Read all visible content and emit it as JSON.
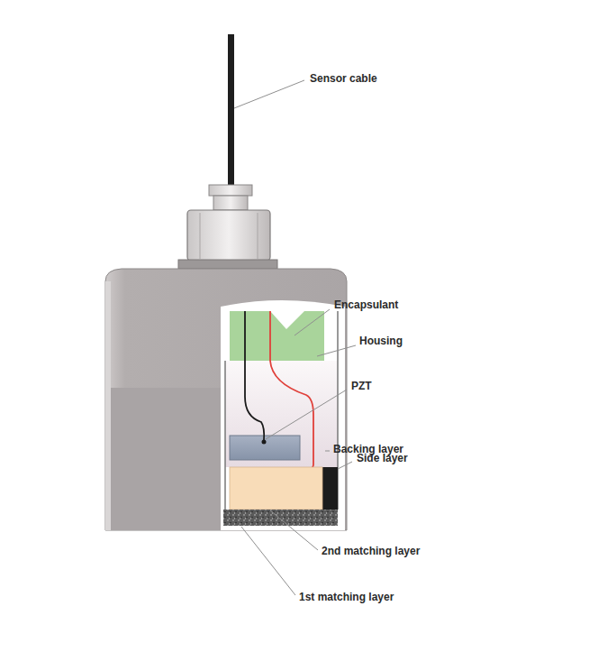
{
  "diagram": {
    "labels": [
      "Sensor cable",
      "Encapsulant",
      "Housing",
      "PZT",
      "Backing layer",
      "Side layer",
      "2nd matching layer",
      "1st matching layer"
    ]
  }
}
